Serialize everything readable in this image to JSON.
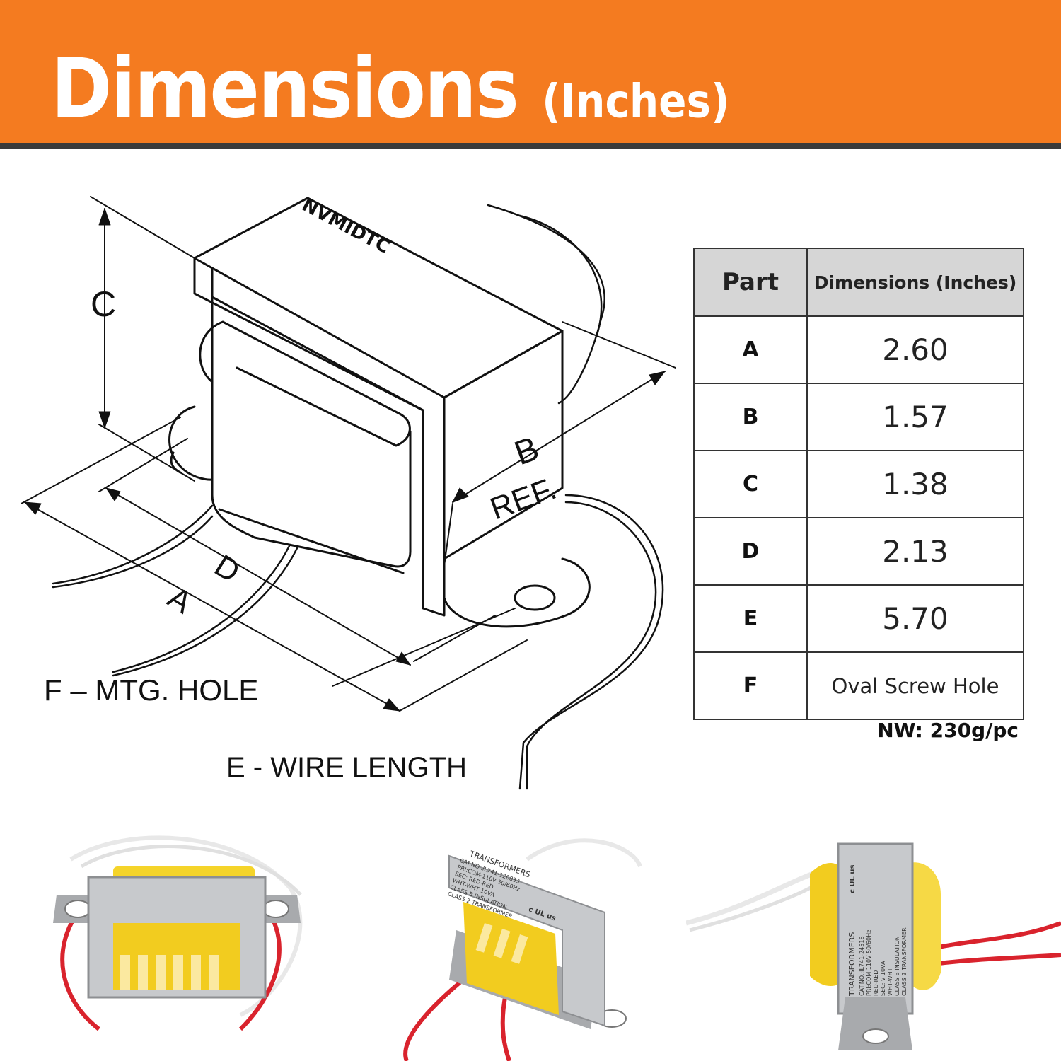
{
  "banner": {
    "title": "Dimensions",
    "subtitle": "(Inches)",
    "color": "#f47b20"
  },
  "diagram": {
    "brand": "NVMIDTC",
    "labels": {
      "a": "A",
      "b": "B",
      "b_ref": "REF.",
      "c": "C",
      "d": "D",
      "f_hole": "F  –  MTG.  HOLE",
      "e_wire": "E - WIRE LENGTH"
    }
  },
  "table": {
    "headers": {
      "part": "Part",
      "dimensions": "Dimensions (Inches)"
    },
    "rows": [
      {
        "part": "A",
        "value": "2.60"
      },
      {
        "part": "B",
        "value": "1.57"
      },
      {
        "part": "C",
        "value": "1.38"
      },
      {
        "part": "D",
        "value": "2.13"
      },
      {
        "part": "E",
        "value": "5.70"
      },
      {
        "part": "F",
        "value": "Oval Screw Hole"
      }
    ]
  },
  "net_weight": "NW: 230g/pc",
  "photos": {
    "photo2": {
      "label_title": "TRANSFORMERS",
      "label_lines": [
        "CAT.NO.:IL741-120833",
        "PRI:COM-110V 50/60Hz",
        "SEC: RED-RED",
        "WHT-WHT 10VA",
        "CLASS B INSULATION",
        "CLASS 2 TRANSFORMER"
      ],
      "cert": "c UL us"
    },
    "photo3": {
      "label_title": "TRANSFORMERS",
      "label_lines": [
        "CAT.NO.:IL741-24516",
        "PRI:COM 110V 50/60Hz",
        "RED-RED",
        "SEC: V 10VA",
        "WHT-WHT",
        "CLASS B INSULATION",
        "CLASS 2 TRANSFORMER"
      ],
      "cert": "c UL us"
    }
  }
}
